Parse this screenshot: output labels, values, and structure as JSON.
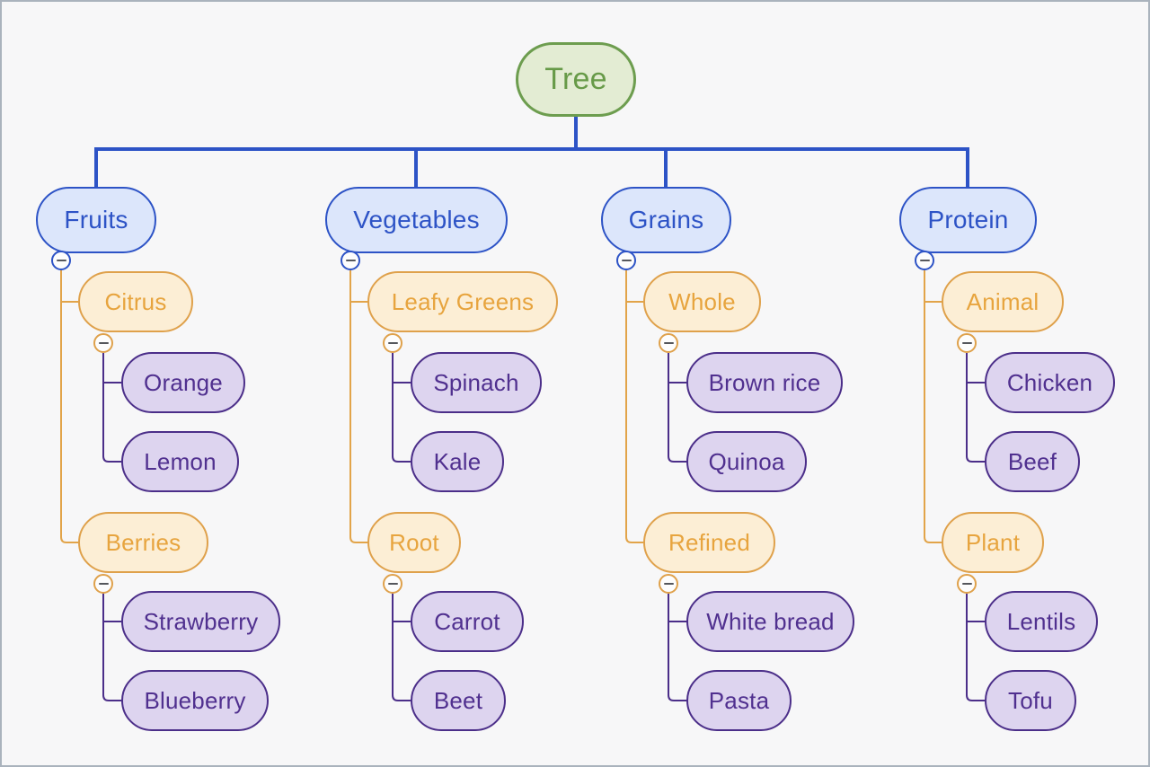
{
  "tree": {
    "root": {
      "label": "Tree"
    },
    "branches": [
      {
        "label": "Fruits",
        "children": [
          {
            "label": "Citrus",
            "children": [
              {
                "label": "Orange"
              },
              {
                "label": "Lemon"
              }
            ]
          },
          {
            "label": "Berries",
            "children": [
              {
                "label": "Strawberry"
              },
              {
                "label": "Blueberry"
              }
            ]
          }
        ]
      },
      {
        "label": "Vegetables",
        "children": [
          {
            "label": "Leafy Greens",
            "children": [
              {
                "label": "Spinach"
              },
              {
                "label": "Kale"
              }
            ]
          },
          {
            "label": "Root",
            "children": [
              {
                "label": "Carrot"
              },
              {
                "label": "Beet"
              }
            ]
          }
        ]
      },
      {
        "label": "Grains",
        "children": [
          {
            "label": "Whole",
            "children": [
              {
                "label": "Brown rice"
              },
              {
                "label": "Quinoa"
              }
            ]
          },
          {
            "label": "Refined",
            "children": [
              {
                "label": "White bread"
              },
              {
                "label": "Pasta"
              }
            ]
          }
        ]
      },
      {
        "label": "Protein",
        "children": [
          {
            "label": "Animal",
            "children": [
              {
                "label": "Chicken"
              },
              {
                "label": "Beef"
              }
            ]
          },
          {
            "label": "Plant",
            "children": [
              {
                "label": "Lentils"
              },
              {
                "label": "Tofu"
              }
            ]
          }
        ]
      }
    ],
    "collapse_icon": "minus-circle",
    "expanded_nodes_with_toggle": [
      "Fruits",
      "Vegetables",
      "Grains",
      "Protein",
      "Citrus",
      "Berries",
      "Leafy Greens",
      "Root",
      "Whole",
      "Refined",
      "Animal",
      "Plant"
    ]
  },
  "colors": {
    "background": "#f7f7f8",
    "frame_border": "#aab3bd",
    "root_fill": "#e3ecd3",
    "root_border": "#6d9d4f",
    "root_text": "#679a48",
    "level1_fill": "#dce6fb",
    "level1_border": "#2d53c6",
    "level1_text": "#2d53c6",
    "level2_fill": "#fceed5",
    "level2_border": "#dfa14b",
    "level2_text": "#e7a43e",
    "level3_fill": "#ddd4ef",
    "level3_border": "#4b2e89",
    "level3_text": "#50308f",
    "connector_blue": "#2d53c6",
    "connector_orange": "#e2a449",
    "connector_purple": "#4b2e89",
    "minus_glyph": "#55575c"
  }
}
